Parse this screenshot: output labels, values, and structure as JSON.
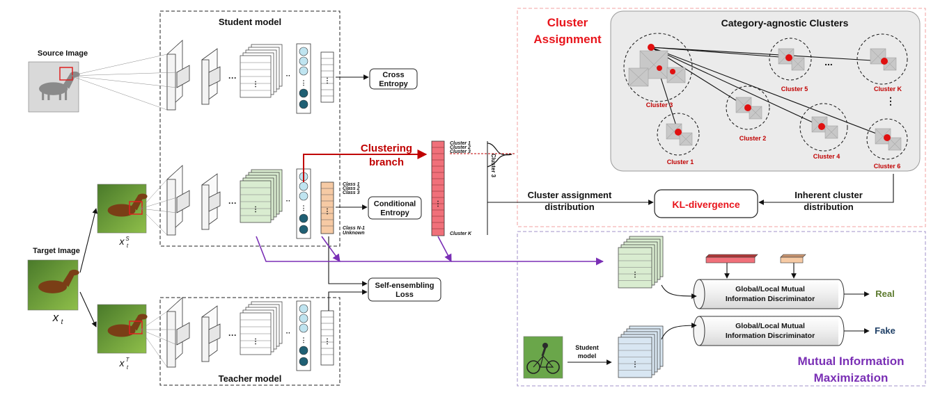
{
  "labels": {
    "source_image": "Source Image",
    "target_image": "Target Image",
    "student_model": "Student model",
    "teacher_model": "Teacher model",
    "xs_base": "x",
    "xs_sup": "S",
    "xs_sub": "t",
    "xt_base": "x",
    "xt_sup": "T",
    "xt_sub": "t",
    "x_base": "x",
    "x_sub": "t"
  },
  "losses": {
    "cross_entropy": [
      "Cross",
      "Entropy"
    ],
    "conditional_entropy": [
      "Conditional",
      "Entropy"
    ],
    "self_ensembling": [
      "Self-ensembling",
      "Loss"
    ]
  },
  "clustering_branch": [
    "Clustering",
    "branch"
  ],
  "class_labels": [
    "Class 1",
    "Class 2",
    "Class 3",
    "Class N-1",
    "Unknown"
  ],
  "cluster_labels_bar": [
    "Cluster 1",
    "Cluster 2",
    "Cluster 3",
    "Cluster K"
  ],
  "rotated_cluster_label": "Cluster 3",
  "cluster_assignment": {
    "title": [
      "Cluster",
      "Assignment"
    ],
    "panel_title": "Category-agnostic Clusters",
    "clusters": [
      "Cluster 3",
      "Cluster 1",
      "Cluster 2",
      "Cluster 5",
      "Cluster 4",
      "Cluster K",
      "Cluster 6"
    ],
    "ellipsis": "...",
    "vdots": "⋮",
    "left_text": [
      "Cluster assignment",
      "distribution"
    ],
    "right_text": [
      "Inherent cluster",
      "distribution"
    ],
    "kl": "KL-divergence"
  },
  "mutual_info": {
    "title": [
      "Mutual Information",
      "Maximization"
    ],
    "discriminator": [
      "Global/Local Mutual",
      "Information Discriminator"
    ],
    "real": "Real",
    "fake": "Fake",
    "student_model": [
      "Student",
      "model"
    ]
  },
  "colors": {
    "red_title": "#e8141b",
    "dark_red": "#c00000",
    "purple": "#7a2fb5",
    "panel_bg": "#ebebeb",
    "cluster_bar": "#f0707a",
    "class_bar": "#f6caa4",
    "feature_green": "#d9ecd0",
    "feature_blue": "#d8e6f2",
    "node_light": "#bfe4f0",
    "node_dark": "#1f5f73",
    "real_green": "#5c7a2e",
    "fake_blue": "#1f3f66"
  }
}
